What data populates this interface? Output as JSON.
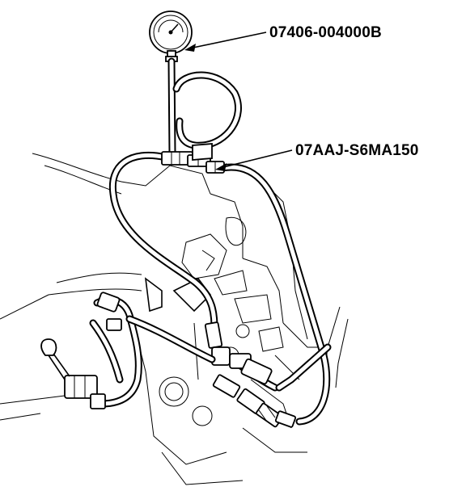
{
  "callouts": {
    "gauge_part_number": "07406-004000B",
    "hose_adapter_part_number": "07AAJ-S6MA150"
  },
  "colors": {
    "line": "#000000",
    "background": "#ffffff"
  },
  "icons": {
    "gauge": "pressure-gauge-icon",
    "leader": "leader-arrow"
  }
}
